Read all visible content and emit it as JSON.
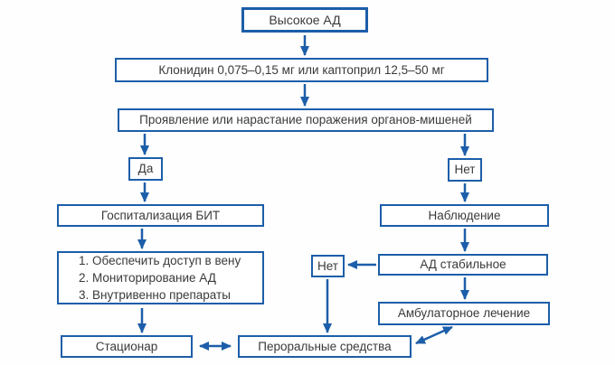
{
  "diagram": {
    "language": "ru",
    "colors": {
      "line": "#1c5ea9",
      "text": "#3a3a3a",
      "background": "#fefefe",
      "node_fill": "#ffffff"
    },
    "nodes": {
      "high_bp": {
        "label": "Высокое АД"
      },
      "clonidine": {
        "label": "Клонидин 0,075–0,15 мг или каптоприл 12,5–50 мг"
      },
      "target_organ": {
        "label": "Проявление или нарастание поражения органов-мишеней"
      },
      "yes": {
        "label": "Да"
      },
      "no_top": {
        "label": "Нет"
      },
      "hospitalization": {
        "label": "Госпитализация БИТ"
      },
      "steps": {
        "lines": [
          "1. Обеспечить доступ в вену",
          "2. Мониторирование АД",
          "3. Внутривенно препараты"
        ]
      },
      "inpatient": {
        "label": "Стационар"
      },
      "observation": {
        "label": "Наблюдение"
      },
      "no_left": {
        "label": "Нет"
      },
      "bp_stable": {
        "label": "АД стабильное"
      },
      "outpatient": {
        "label": "Амбулаторное лечение"
      },
      "oral": {
        "label": "Пероральные средства"
      }
    },
    "edges": [
      {
        "from": "high_bp",
        "to": "clonidine",
        "type": "arrow"
      },
      {
        "from": "clonidine",
        "to": "target_organ",
        "type": "arrow"
      },
      {
        "from": "target_organ",
        "to": "yes",
        "type": "arrow"
      },
      {
        "from": "target_organ",
        "to": "no_top",
        "type": "arrow"
      },
      {
        "from": "yes",
        "to": "hospitalization",
        "type": "arrow"
      },
      {
        "from": "hospitalization",
        "to": "steps",
        "type": "arrow"
      },
      {
        "from": "steps",
        "to": "inpatient",
        "type": "arrow"
      },
      {
        "from": "inpatient",
        "to": "oral",
        "type": "double-arrow"
      },
      {
        "from": "no_top",
        "to": "observation",
        "type": "arrow"
      },
      {
        "from": "observation",
        "to": "bp_stable",
        "type": "arrow"
      },
      {
        "from": "bp_stable",
        "to": "no_left",
        "type": "arrow"
      },
      {
        "from": "bp_stable",
        "to": "outpatient",
        "type": "arrow"
      },
      {
        "from": "no_left",
        "to": "oral",
        "type": "arrow"
      },
      {
        "from": "outpatient",
        "to": "oral",
        "type": "double-arrow"
      }
    ]
  }
}
